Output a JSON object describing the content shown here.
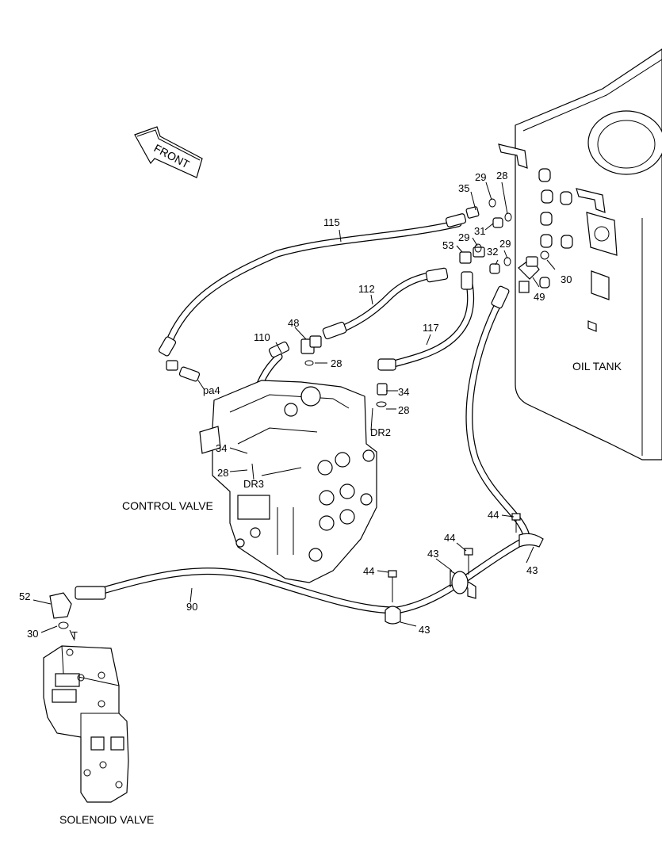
{
  "direction_label": "FRONT",
  "component_labels": {
    "control_valve": "CONTROL VALVE",
    "oil_tank": "OIL TANK",
    "solenoid_valve": "SOLENOID VALVE"
  },
  "port_labels": {
    "pa4": "pa4",
    "dr2": "DR2",
    "dr3": "DR3",
    "t": "T"
  },
  "callouts": [
    {
      "id": "c29a",
      "num": "29"
    },
    {
      "id": "c28a",
      "num": "28"
    },
    {
      "id": "c35",
      "num": "35"
    },
    {
      "id": "c31",
      "num": "31"
    },
    {
      "id": "c115",
      "num": "115"
    },
    {
      "id": "c29b",
      "num": "29"
    },
    {
      "id": "c53",
      "num": "53"
    },
    {
      "id": "c32",
      "num": "32"
    },
    {
      "id": "c29c",
      "num": "29"
    },
    {
      "id": "c30a",
      "num": "30"
    },
    {
      "id": "c112",
      "num": "112"
    },
    {
      "id": "c49",
      "num": "49"
    },
    {
      "id": "c48",
      "num": "48"
    },
    {
      "id": "c117",
      "num": "117"
    },
    {
      "id": "c110",
      "num": "110"
    },
    {
      "id": "c28b",
      "num": "28"
    },
    {
      "id": "c34a",
      "num": "34"
    },
    {
      "id": "c28c",
      "num": "28"
    },
    {
      "id": "c34b",
      "num": "34"
    },
    {
      "id": "c28d",
      "num": "28"
    },
    {
      "id": "c44a",
      "num": "44"
    },
    {
      "id": "c44b",
      "num": "44"
    },
    {
      "id": "c43a",
      "num": "43"
    },
    {
      "id": "c43b",
      "num": "43"
    },
    {
      "id": "c44c",
      "num": "44"
    },
    {
      "id": "c52",
      "num": "52"
    },
    {
      "id": "c90",
      "num": "90"
    },
    {
      "id": "c30b",
      "num": "30"
    },
    {
      "id": "c43c",
      "num": "43"
    }
  ]
}
